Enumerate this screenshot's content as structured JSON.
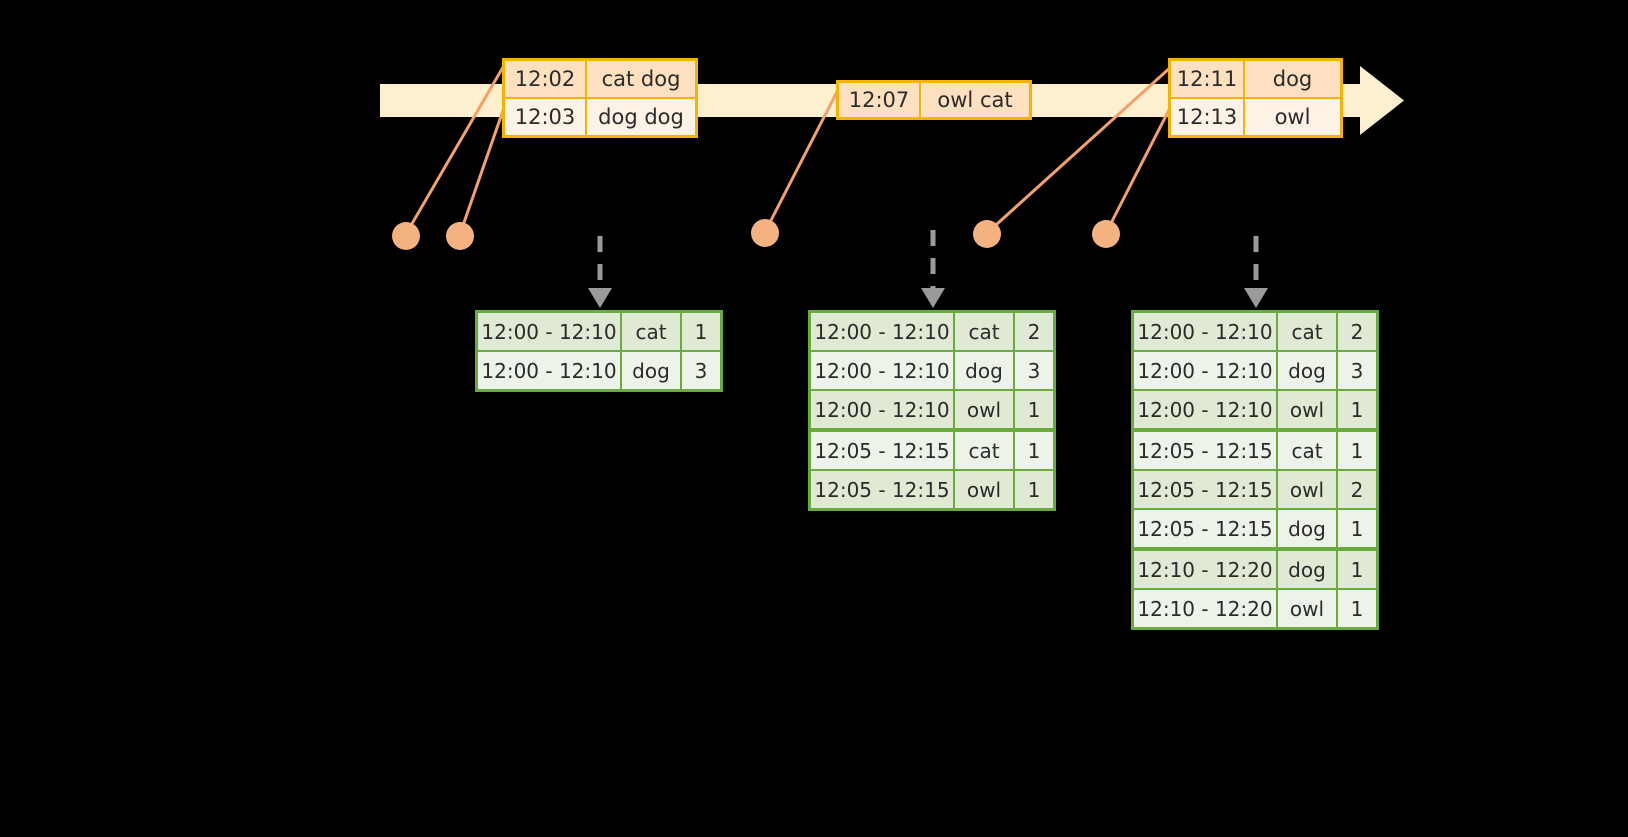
{
  "diagram": {
    "timeline": {
      "arrow_color": "#fdf0cf",
      "border_color": "#f5b301",
      "dot_color": "#f3b27f",
      "line_color": "#f3a06a"
    },
    "events": [
      {
        "id": "group-a",
        "rows": [
          {
            "time": "12:02",
            "words": "cat dog"
          },
          {
            "time": "12:03",
            "words": "dog dog"
          }
        ]
      },
      {
        "id": "group-b",
        "rows": [
          {
            "time": "12:07",
            "words": "owl cat"
          }
        ]
      },
      {
        "id": "group-c",
        "rows": [
          {
            "time": "12:11",
            "words": "dog"
          },
          {
            "time": "12:13",
            "words": "owl"
          }
        ]
      }
    ],
    "tables": [
      {
        "id": "table-1",
        "accent": "#6aab3f",
        "rows": [
          {
            "window": "12:00 - 12:10",
            "key": "cat",
            "count": "1"
          },
          {
            "window": "12:00 - 12:10",
            "key": "dog",
            "count": "3"
          }
        ]
      },
      {
        "id": "table-2",
        "accent": "#6aab3f",
        "rows": [
          {
            "window": "12:00 - 12:10",
            "key": "cat",
            "count": "2"
          },
          {
            "window": "12:00 - 12:10",
            "key": "dog",
            "count": "3"
          },
          {
            "window": "12:00 - 12:10",
            "key": "owl",
            "count": "1"
          },
          {
            "window": "12:05 - 12:15",
            "key": "cat",
            "count": "1"
          },
          {
            "window": "12:05 - 12:15",
            "key": "owl",
            "count": "1"
          }
        ]
      },
      {
        "id": "table-3",
        "accent": "#6aab3f",
        "rows": [
          {
            "window": "12:00 - 12:10",
            "key": "cat",
            "count": "2"
          },
          {
            "window": "12:00 - 12:10",
            "key": "dog",
            "count": "3"
          },
          {
            "window": "12:00 - 12:10",
            "key": "owl",
            "count": "1"
          },
          {
            "window": "12:05 - 12:15",
            "key": "cat",
            "count": "1"
          },
          {
            "window": "12:05 - 12:15",
            "key": "owl",
            "count": "2"
          },
          {
            "window": "12:05 - 12:15",
            "key": "dog",
            "count": "1"
          },
          {
            "window": "12:10 - 12:20",
            "key": "dog",
            "count": "1"
          },
          {
            "window": "12:10 - 12:20",
            "key": "owl",
            "count": "1"
          }
        ]
      }
    ]
  }
}
